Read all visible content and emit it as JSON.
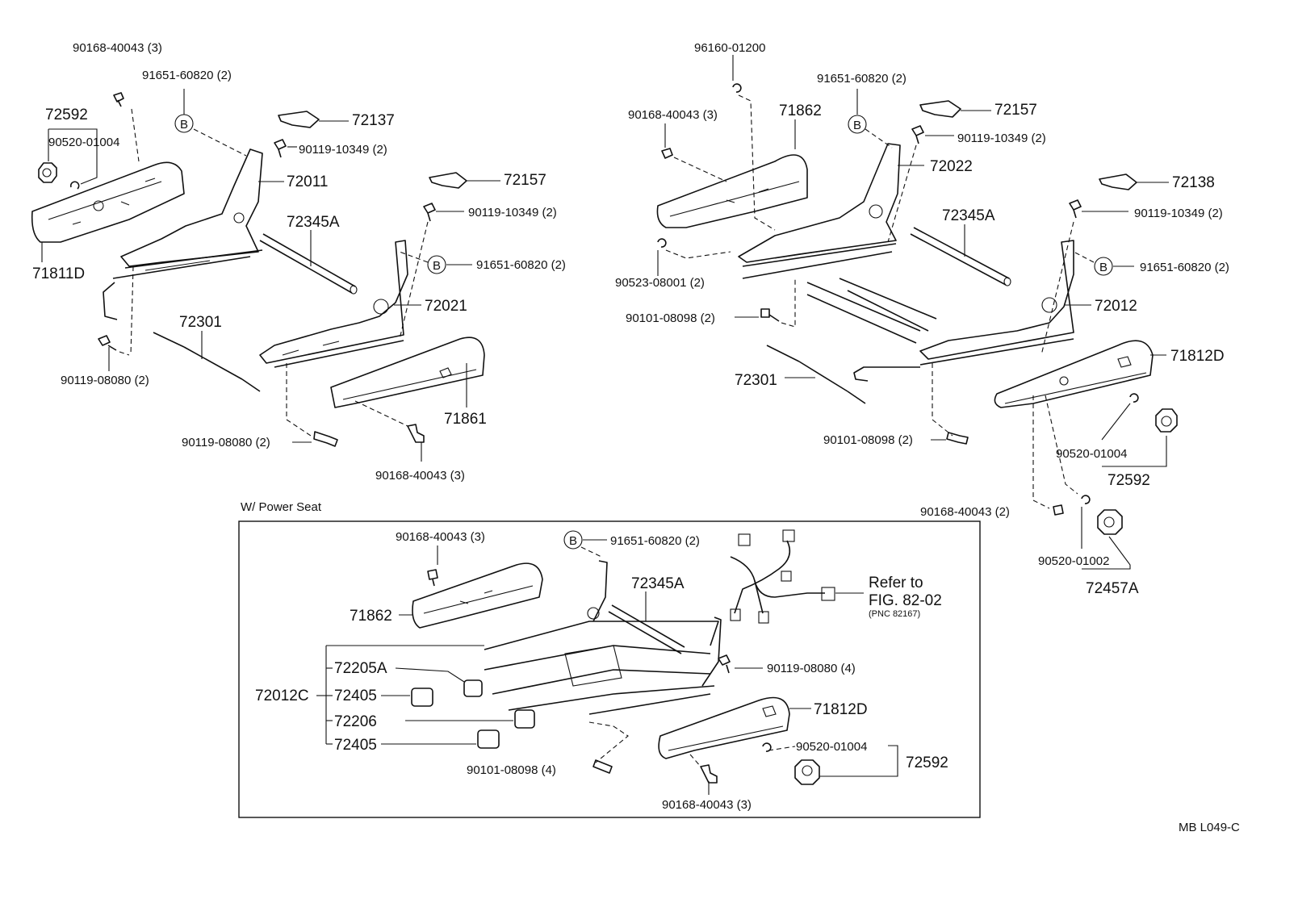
{
  "labels": {
    "l1": "90168-40043 (3)",
    "l2": "91651-60820 (2)",
    "l3": "72592",
    "l4": "90520-01004",
    "l5": "72137",
    "l6": "90119-10349 (2)",
    "l7": "72011",
    "l8": "72157",
    "l9": "90119-10349 (2)",
    "l10": "72345A",
    "l11": "91651-60820 (2)",
    "l12": "71811D",
    "l13": "72021",
    "l14": "72301",
    "l15": "90119-08080 (2)",
    "l16": "71861",
    "l17": "90119-08080 (2)",
    "l18": "90168-40043 (3)",
    "r1": "96160-01200",
    "r2": "91651-60820 (2)",
    "r3": "72157",
    "r4": "90168-40043 (3)",
    "r5": "71862",
    "r6": "90119-10349 (2)",
    "r7": "72022",
    "r8": "72138",
    "r9": "72345A",
    "r10": "90119-10349 (2)",
    "r11": "90523-08001 (2)",
    "r12": "91651-60820 (2)",
    "r13": "90101-08098 (2)",
    "r14": "72012",
    "r15": "72301",
    "r16": "71812D",
    "r17": "90101-08098 (2)",
    "r18": "90520-01004",
    "r19": "72592",
    "r20": "90168-40043 (2)",
    "r21": "90520-01002",
    "r22": "72457A",
    "p0": "W/ Power Seat",
    "p1": "90168-40043 (3)",
    "p2": "91651-60820 (2)",
    "p3": "72345A",
    "p4": "71862",
    "p5": "Refer to",
    "p6": "FIG. 82-02",
    "p7": "(PNC 82167)",
    "p8": "72205A",
    "p9": "90119-08080 (4)",
    "p10": "72012C",
    "p11": "72405",
    "p12": "72206",
    "p13": "71812D",
    "p14": "72405",
    "p15": "90520-01004",
    "p16": "72592",
    "p17": "90101-08098 (4)",
    "p18": "90168-40043 (3)",
    "b1": "B",
    "b2": "B",
    "b3": "B",
    "b4": "B",
    "b5": "B",
    "code": "MB  L049-C"
  }
}
